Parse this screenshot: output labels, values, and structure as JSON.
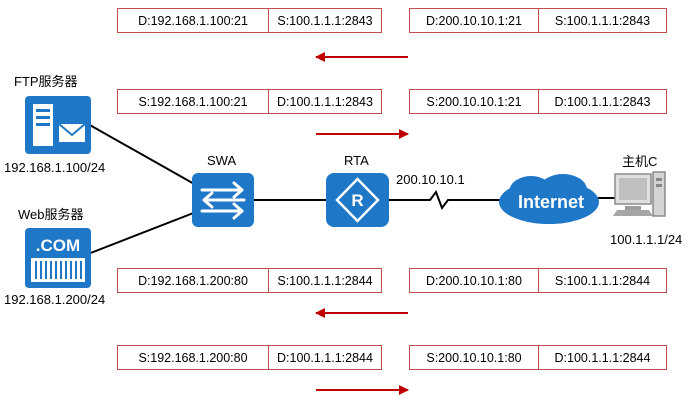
{
  "colors": {
    "box_border": "#c0504d",
    "arrow": "#c00000",
    "device": "#1f77c8",
    "line": "#000000"
  },
  "rows": [
    {
      "arrow_direction": "left",
      "left_box": {
        "a": "D:192.168.1.100:21",
        "b": "S:100.1.1.1:2843"
      },
      "right_box": {
        "a": "D:200.10.10.1:21",
        "b": "S:100.1.1.1:2843"
      }
    },
    {
      "arrow_direction": "right",
      "left_box": {
        "a": "S:192.168.1.100:21",
        "b": "D:100.1.1.1:2843"
      },
      "right_box": {
        "a": "S:200.10.10.1:21",
        "b": "D:100.1.1.1:2843"
      }
    },
    {
      "arrow_direction": "left",
      "left_box": {
        "a": "D:192.168.1.200:80",
        "b": "S:100.1.1.1:2844"
      },
      "right_box": {
        "a": "D:200.10.10.1:80",
        "b": "S:100.1.1.1:2844"
      }
    },
    {
      "arrow_direction": "right",
      "left_box": {
        "a": "S:192.168.1.200:80",
        "b": "D:100.1.1.1:2844"
      },
      "right_box": {
        "a": "S:200.10.10.1:80",
        "b": "D:100.1.1.1:2844"
      }
    }
  ],
  "devices": {
    "ftp": {
      "name": "FTP服务器",
      "ip": "192.168.1.100/24",
      "icon": "ftp-server-icon"
    },
    "web": {
      "name": "Web服务器",
      "ip": "192.168.1.200/24",
      "icon": "web-server-icon",
      "badge": ".COM"
    },
    "swa": {
      "name": "SWA",
      "icon": "switch-icon"
    },
    "rta": {
      "name": "RTA",
      "ip": "200.10.10.1",
      "icon": "router-icon"
    },
    "internet": {
      "name": "Internet",
      "icon": "cloud-icon"
    },
    "host": {
      "name": "主机C",
      "ip": "100.1.1.1/24",
      "icon": "pc-icon"
    }
  }
}
